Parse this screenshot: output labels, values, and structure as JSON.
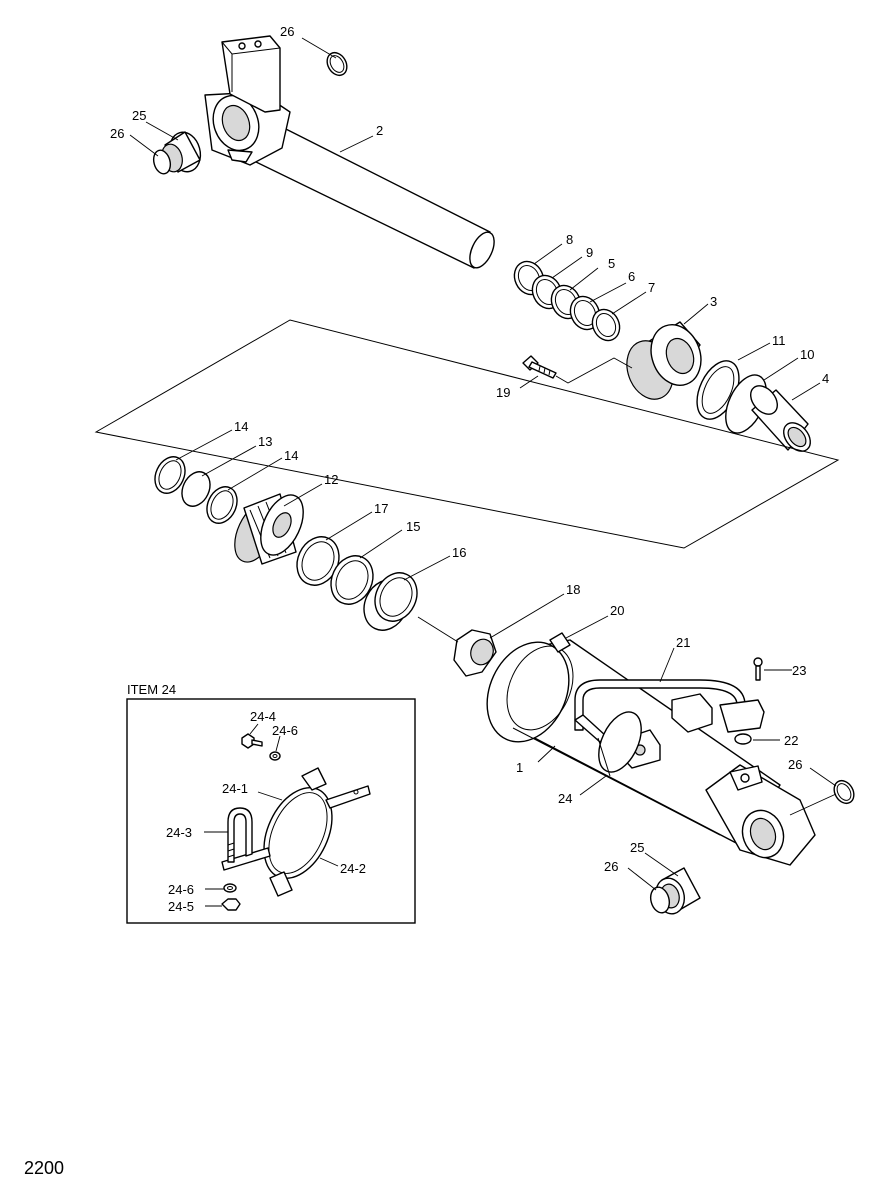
{
  "inset": {
    "title": "ITEM 24"
  },
  "page_number": "2200",
  "callouts": {
    "c1": "1",
    "c2": "2",
    "c3": "3",
    "c4": "4",
    "c5": "5",
    "c6": "6",
    "c7": "7",
    "c8": "8",
    "c9": "9",
    "c10": "10",
    "c11": "11",
    "c12": "12",
    "c13": "13",
    "c14a": "14",
    "c14b": "14",
    "c15": "15",
    "c16": "16",
    "c17": "17",
    "c18": "18",
    "c19": "19",
    "c20": "20",
    "c21": "21",
    "c22": "22",
    "c23": "23",
    "c24": "24",
    "c25a": "25",
    "c25b": "25",
    "c26a": "26",
    "c26b": "26",
    "c26c": "26",
    "c26d": "26",
    "c24_1": "24-1",
    "c24_2": "24-2",
    "c24_3": "24-3",
    "c24_4": "24-4",
    "c24_5": "24-5",
    "c24_6a": "24-6",
    "c24_6b": "24-6"
  }
}
